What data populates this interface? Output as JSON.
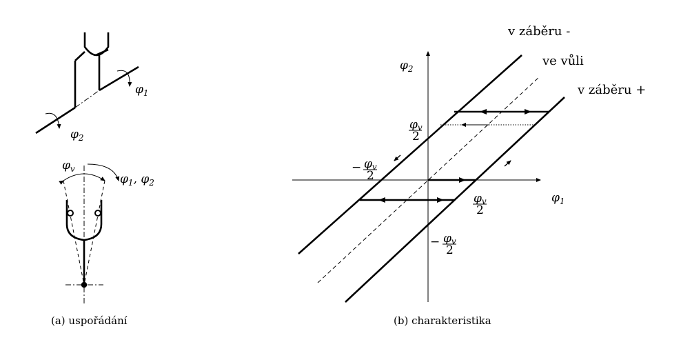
{
  "panel_a": {
    "caption": "(a) uspořádání",
    "label_phi1": "φ",
    "label_phi1_sub": "1",
    "label_phi2": "φ",
    "label_phi2_sub": "2",
    "label_phiv": "φ",
    "label_phiv_sub": "v",
    "label_phi12": "φ",
    "label_phi12_sub1": "1",
    "label_phi12_sep": ", φ",
    "label_phi12_sub2": "2"
  },
  "panel_b": {
    "caption": "(b) charakteristika",
    "axis_x": "φ",
    "axis_x_sub": "1",
    "axis_y": "φ",
    "axis_y_sub": "2",
    "region_minus": "v záběru -",
    "region_backlash": "ve vůli",
    "region_plus": "v záběru +",
    "frac_num": "φ",
    "frac_num_sub": "v",
    "frac_den": "2",
    "minus_sign": "−"
  }
}
